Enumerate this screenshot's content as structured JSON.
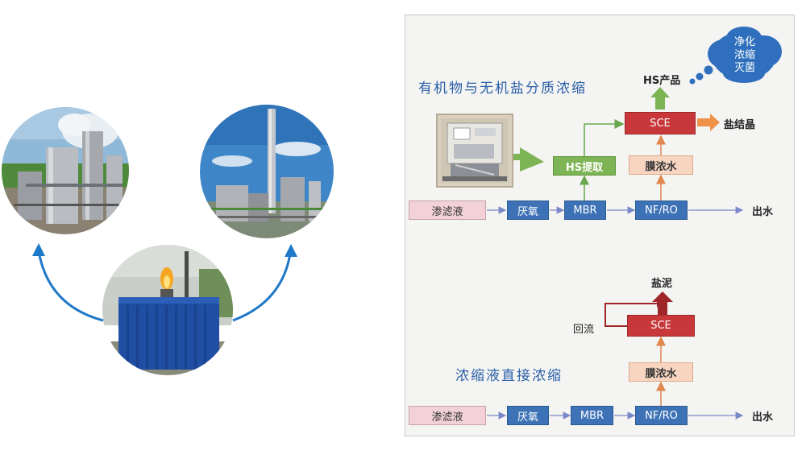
{
  "colors": {
    "arrow_blue": "#1f78c8",
    "panel_bg": "#f4f4f2",
    "box_blue": "#3d72b6",
    "box_red": "#c8373a",
    "box_green": "#7db454",
    "box_peach": "#f7d5c1",
    "box_pink": "#f2d2d8",
    "cloud": "#2f6fbe"
  },
  "photos": {
    "left": "evaporator-plant-photo",
    "right": "distillation-tower-photo",
    "bottom": "flare-container-photo"
  },
  "top_flow": {
    "title": "有机物与无机盐分质浓缩",
    "leachate": "渗滤液",
    "anaerobic": "厌氧",
    "mbr": "MBR",
    "nfro": "NF/RO",
    "outlet": "出水",
    "hs_extract": "HS提取",
    "concentrate": "膜浓水",
    "sce": "SCE",
    "salt_crystal": "盐结晶",
    "hs_product": "HS产品",
    "cloud_lines": [
      "净化",
      "浓缩",
      "灭菌"
    ]
  },
  "bottom_flow": {
    "title": "浓缩液直接浓缩",
    "leachate": "渗滤液",
    "anaerobic": "厌氧",
    "mbr": "MBR",
    "nfro": "NF/RO",
    "outlet": "出水",
    "concentrate": "膜浓水",
    "sce": "SCE",
    "salt_mud": "盐泥",
    "recycle": "回流"
  }
}
